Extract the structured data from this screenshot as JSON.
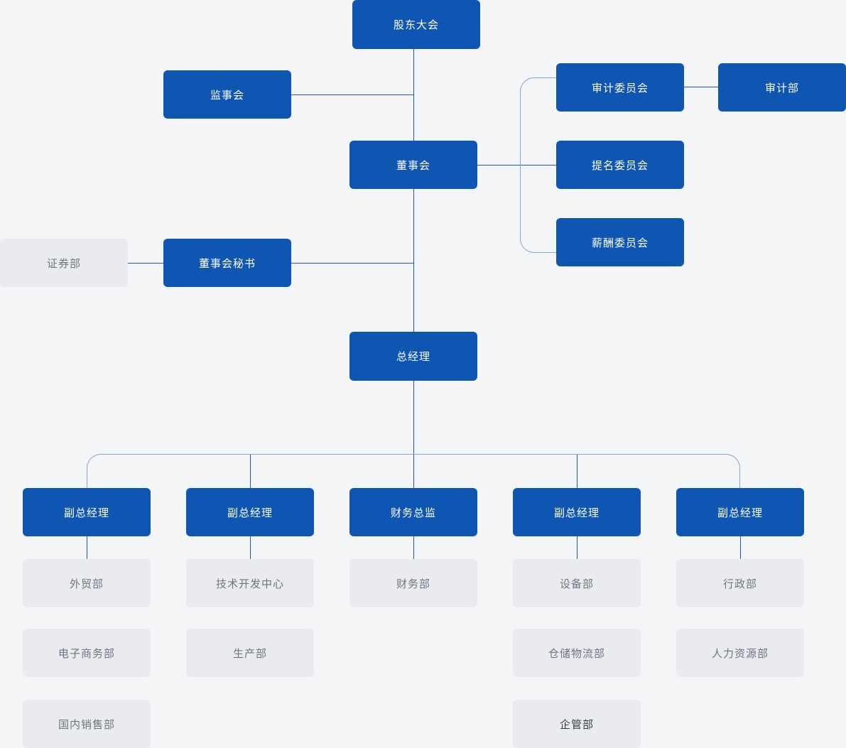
{
  "org_chart": {
    "nodes": {
      "shareholders_meeting": "股东大会",
      "supervisory_board": "监事会",
      "board_of_directors": "董事会",
      "audit_committee": "审计委员会",
      "audit_department": "审计部",
      "nomination_committee": "提名委员会",
      "compensation_committee": "薪酬委员会",
      "securities_department": "证券部",
      "board_secretary": "董事会秘书",
      "general_manager": "总经理",
      "deputy_gm_1": "副总经理",
      "deputy_gm_2": "副总经理",
      "cfo": "财务总监",
      "deputy_gm_3": "副总经理",
      "deputy_gm_4": "副总经理",
      "foreign_trade_dept": "外贸部",
      "ecommerce_dept": "电子商务部",
      "domestic_sales_dept": "国内销售部",
      "tech_development_center": "技术开发中心",
      "production_dept": "生产部",
      "finance_dept": "财务部",
      "equipment_dept": "设备部",
      "warehouse_logistics_dept": "仓储物流部",
      "enterprise_management_dept": "企管部",
      "admin_dept": "行政部",
      "hr_dept": "人力资源部"
    },
    "colors": {
      "background": "#f4f5f7",
      "primary_box": "#0f56b2",
      "primary_text": "#ffffff",
      "secondary_box": "#e9ebef",
      "secondary_text": "#6e7681",
      "secondary_text_dark": "#353d47",
      "line_dark": "#2058aa",
      "line_light": "#86a3d6"
    }
  }
}
